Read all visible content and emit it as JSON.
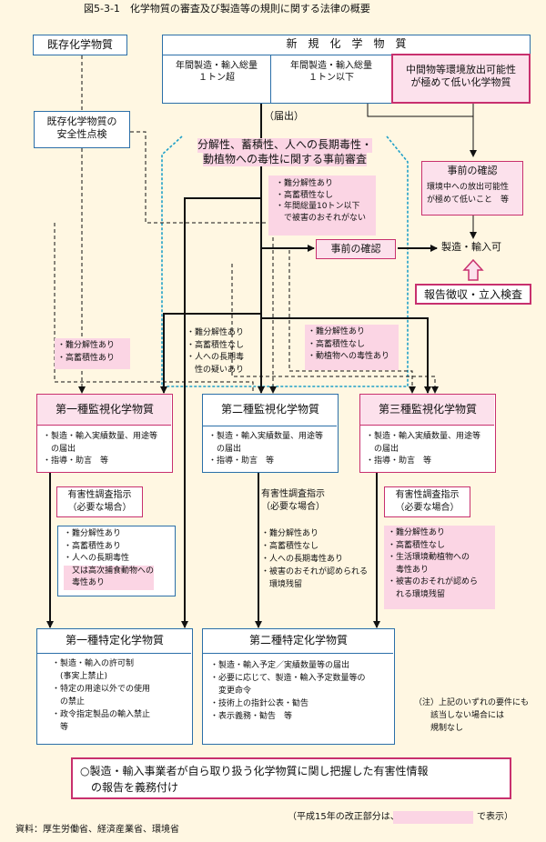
{
  "title": "図5-3-1　化学物質の審査及び製造等の規則に関する法律の概要",
  "existing": {
    "label": "既存化学物質",
    "check": [
      "既存化学物質の",
      "安全性点検"
    ],
    "props": [
      "・難分解性あり",
      "・高蓄積性あり"
    ]
  },
  "new_chem": {
    "label": "新　規　化　学　物　質",
    "over1t": [
      "年間製造・輸入総量",
      "１トン超"
    ],
    "under1t": [
      "年間製造・輸入総量",
      "１トン以下"
    ],
    "low_release": [
      "中間物等環境放出可能性",
      "が極めて低い化学物質"
    ]
  },
  "notification": "（届出）",
  "pre_review": [
    "分解性、蓄積性、人への長期毒性・",
    "動植物への毒性に関する事前審査"
  ],
  "low_volume_cond": [
    "・難分解性あり",
    "・高蓄積性なし",
    "・年間総量10トン以下",
    "　で被害のおそれがない"
  ],
  "prior_confirm_right": {
    "title": "事前の確認",
    "body": [
      "環境中への放出可能性",
      "が極めて低いこと　等"
    ]
  },
  "prior_confirm_mid": "事前の確認",
  "manufacture_ok": "製造・輸入可",
  "inspection": "報告徴収・立入検査",
  "cond_class2": [
    "・難分解性あり",
    "・高蓄積性なし",
    "・人への長期毒",
    "　性の疑いあり"
  ],
  "cond_class3": [
    "・難分解性あり",
    "・高蓄積性なし",
    "・動植物への毒性あり"
  ],
  "monitor1": {
    "title": "第一種監視化学物質",
    "body": [
      "・製造・輸入実績数量、用途等",
      "　の届出",
      "・指導・助言　等"
    ]
  },
  "monitor2": {
    "title": "第二種監視化学物質",
    "body": [
      "・製造・輸入実績数量、用途等",
      "　の届出",
      "・指導・助言　等"
    ]
  },
  "monitor3": {
    "title": "第三種監視化学物質",
    "body": [
      "・製造・輸入実績数量、用途等",
      "　の届出",
      "・指導・助言　等"
    ]
  },
  "hazard_inst1": [
    "有害性調査指示",
    "（必要な場合）"
  ],
  "hazard_inst2": [
    "有害性調査指示",
    "（必要な場合）"
  ],
  "hazard_inst3": [
    "有害性調査指示",
    "（必要な場合）"
  ],
  "cond_specific1": [
    "・難分解性あり",
    "・高蓄積性あり",
    "・人への長期毒性",
    "　又は高次捕食動物への",
    "　毒性あり"
  ],
  "cond_specific2": [
    "・難分解性あり",
    "・高蓄積性なし",
    "・人への長期毒性あり",
    "・被害のおそれが認められる",
    "　環境残留"
  ],
  "cond_specific3": [
    "・難分解性あり",
    "・高蓄積性なし",
    "・生活環境動植物への",
    "　毒性あり",
    "・被害のおそれが認めら",
    "　れる環境残留"
  ],
  "specific1": {
    "title": "第一種特定化学物質",
    "body": [
      "・製造・輸入の許可制",
      "　(事実上禁止)",
      "・特定の用途以外での使用",
      "　の禁止",
      "・政令指定製品の輸入禁止",
      "　等"
    ]
  },
  "specific2": {
    "title": "第二種特定化学物質",
    "body": [
      "・製造・輸入予定／実績数量等の届出",
      "・必要に応じて、製造・輸入予定数量等の",
      "　変更命令",
      "・技術上の指針公表・勧告",
      "・表示義務・勧告　等"
    ]
  },
  "note": [
    "（注）上記のいずれの要件にも",
    "　　該当しない場合には",
    "　　規制なし"
  ],
  "report_obligation": [
    "○製造・輸入事業者が自ら取り扱う化学物質に関し把握した有害性情報",
    "　の報告を義務付け"
  ],
  "source": "資料：厚生労働省、経済産業省、環境省",
  "revision_note": {
    "prefix": "（平成15年の改正部分は、",
    "suffix": "で表示）"
  }
}
